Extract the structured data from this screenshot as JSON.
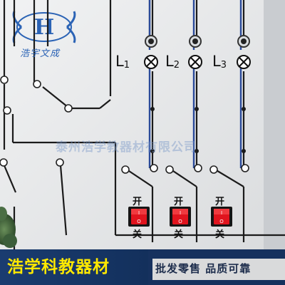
{
  "logo": {
    "letter": "H",
    "tagline": "浩宇文成"
  },
  "lamps": [
    {
      "letter": "L",
      "index": "1"
    },
    {
      "letter": "L",
      "index": "2"
    },
    {
      "letter": "L",
      "index": "3"
    }
  ],
  "watermark": "泰州浩学教器材有限公司",
  "switches": [
    {
      "on_label": "开",
      "off_label": "关",
      "on_symbol": "I",
      "off_symbol": "O"
    },
    {
      "on_label": "开",
      "off_label": "关",
      "on_symbol": "I",
      "off_symbol": "O"
    },
    {
      "on_label": "开",
      "off_label": "关",
      "on_symbol": "I",
      "off_symbol": "O"
    }
  ],
  "banner": {
    "main": "浩学科教器材",
    "sub": "批发零售  品质可靠"
  },
  "colors": {
    "brand_blue": "#2b63b5",
    "banner_bg": "#16315e",
    "banner_text": "#ffe900",
    "switch_red": "#e0141e"
  }
}
